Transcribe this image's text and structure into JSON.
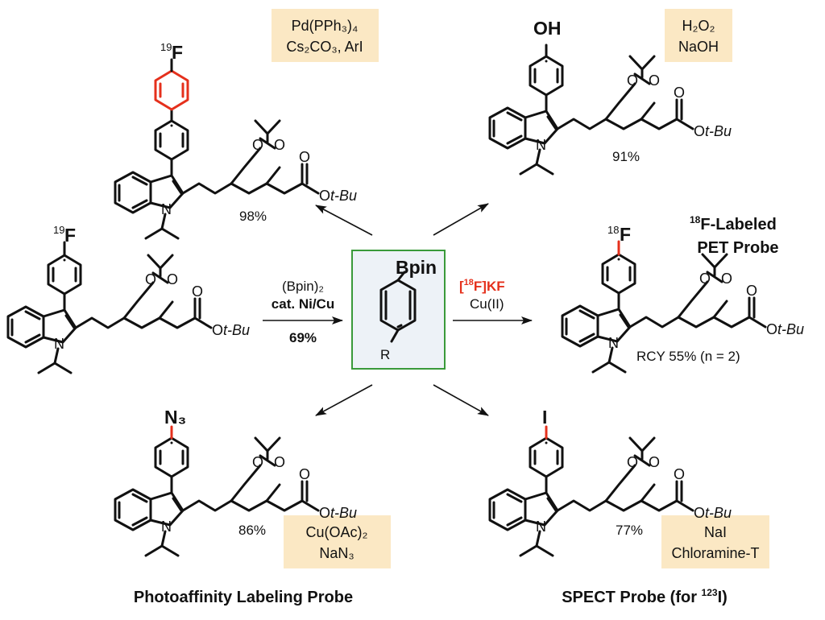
{
  "colors": {
    "red": "#e5301c",
    "blue": "#1f4fd8",
    "green": "#2e9a2e",
    "reagent_box": "#fbe8c4",
    "center_box": "#edf2f7",
    "center_border": "#3a9a3a"
  },
  "starting_material": {
    "label_mass": "19",
    "label_atom": "F"
  },
  "borylation": {
    "reagent_line1": "(Bpin)₂",
    "reagent_line2": "cat. Ni/Cu",
    "yield": "69%"
  },
  "center": {
    "group": "Bpin",
    "r_label": "R"
  },
  "common": {
    "o1": "O",
    "o2": "O",
    "carbonyl_o": "O",
    "ester_o": "O",
    "tbu": "t-Bu",
    "nitrogen": "N"
  },
  "products": {
    "biaryl": {
      "label_mass": "19",
      "label_atom": "F",
      "reagent_line1": "Pd(PPh₃)₄",
      "reagent_line2": "Cs₂CO₃, ArI",
      "yield": "98%"
    },
    "phenol": {
      "label": "OH",
      "reagent_line1": "H₂O₂",
      "reagent_line2": "NaOH",
      "yield": "91%"
    },
    "fluoro18": {
      "label_mass": "18",
      "label_atom": "F",
      "reagent_line1_mass": "18",
      "reagent_line1_rest": "F]KF",
      "reagent_line1_open": "[",
      "reagent_line2": "Cu(II)",
      "yield": "RCY 55% (n = 2)",
      "title_mass": "18",
      "title_line1": "F-Labeled",
      "title_line2": "PET Probe"
    },
    "azide": {
      "label": "N₃",
      "reagent_line1": "Cu(OAc)₂",
      "reagent_line2": "NaN₃",
      "yield": "86%",
      "title": "Photoaffinity Labeling Probe"
    },
    "iodo": {
      "label": "I",
      "reagent_line1": "NaI",
      "reagent_line2": "Chloramine-T",
      "yield": "77%",
      "title_prefix": "SPECT Probe (for ",
      "title_mass": "123",
      "title_atom": "I",
      "title_suffix": ")"
    }
  }
}
